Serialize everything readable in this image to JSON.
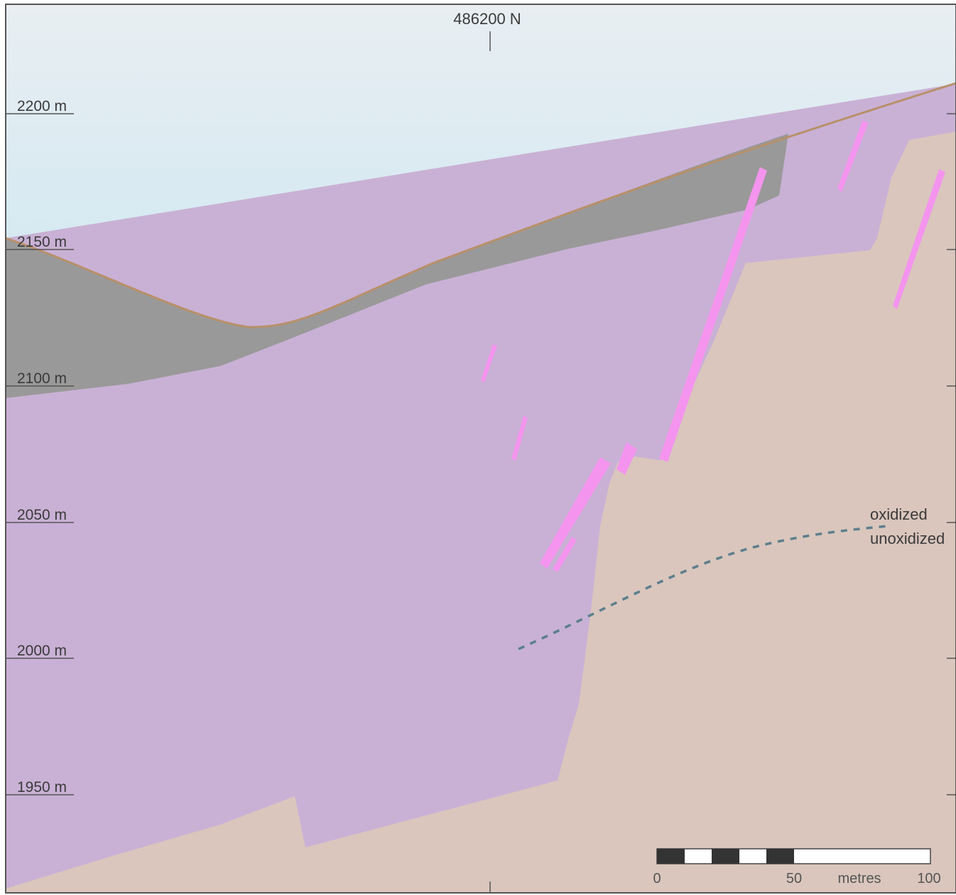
{
  "northing_label": "486200 N",
  "elevations": [
    {
      "label": "2200 m",
      "value": 2200
    },
    {
      "label": "2150 m",
      "value": 2150
    },
    {
      "label": "2100 m",
      "value": 2100
    },
    {
      "label": "2050 m",
      "value": 2050
    },
    {
      "label": "2000 m",
      "value": 2000
    },
    {
      "label": "1950 m",
      "value": 1950
    }
  ],
  "oxidation_labels": {
    "upper": "oxidized",
    "lower": "unoxidized"
  },
  "scale_bar": {
    "labels": [
      "0",
      "50",
      "100"
    ],
    "unit": "metres"
  },
  "colors": {
    "sky_top": "#e8eef2",
    "sky_bottom": "#c8e6f2",
    "overburden": "#999999",
    "unit_purple": "#c9b1d5",
    "unit_tan": "#dac6bd",
    "dykes": "#f494ee",
    "surface_line": "#b8906a",
    "oxidation_line": "#5c7f8c"
  }
}
